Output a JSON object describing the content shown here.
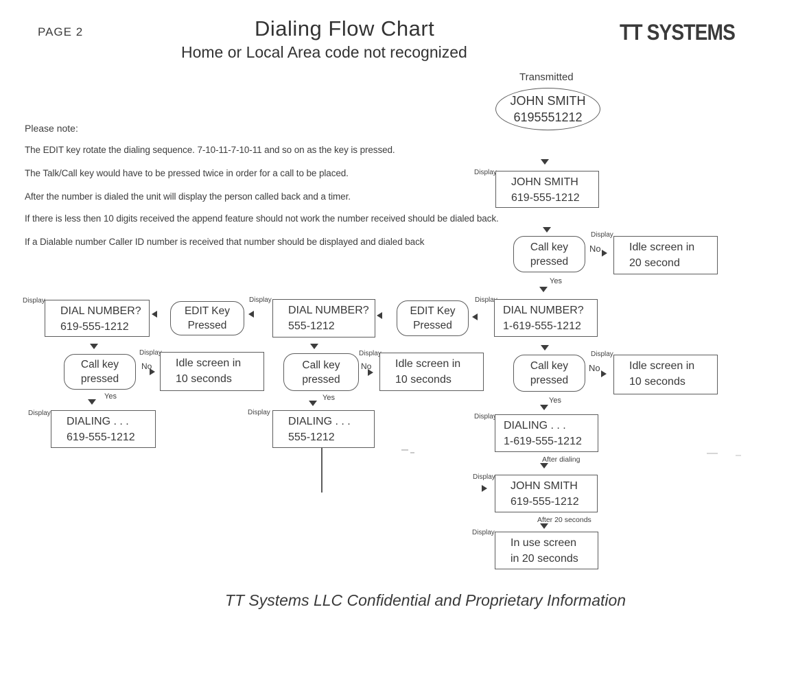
{
  "header": {
    "page_label": "PAGE 2",
    "title": "Dialing Flow Chart",
    "subtitle": "Home or Local Area code not recognized",
    "brand": "TT SYSTEMS"
  },
  "notes": {
    "heading": "Please note:",
    "lines": [
      "The EDIT key rotate the dialing sequence.  7-10-11-7-10-11 and so on as the key is pressed.",
      "The Talk/Call key would have to be pressed twice in order for a call to be placed.",
      "After the number is dialed the unit will display the person called back and a timer.",
      "If there is less then 10 digits received the append feature should not work the number received should be dialed back.",
      "If a Dialable number Caller ID number is received that number should be displayed and dialed back"
    ]
  },
  "labels": {
    "transmitted": "Transmitted",
    "display": "Display",
    "yes": "Yes",
    "no": "No",
    "after_dialing": "After dialing",
    "after_20_seconds": "After 20 seconds"
  },
  "nodes": {
    "caller_id_transmitted": {
      "line1": "JOHN SMITH",
      "line2": "6195551212"
    },
    "display_caller": {
      "line1": "JOHN SMITH",
      "line2": "619-555-1212"
    },
    "call_key_pressed": {
      "line1": "Call key",
      "line2": "pressed"
    },
    "edit_key_pressed": {
      "line1": "EDIT Key",
      "line2": "Pressed"
    },
    "idle_screen_20": {
      "line1": "Idle screen in",
      "line2": "20 second"
    },
    "idle_screen_10": {
      "line1": "Idle screen in",
      "line2": "10 seconds"
    },
    "dial_number_10": {
      "line1": "DIAL NUMBER?",
      "line2": "619-555-1212"
    },
    "dial_number_7": {
      "line1": "DIAL NUMBER?",
      "line2": "555-1212"
    },
    "dial_number_11": {
      "line1": "DIAL NUMBER?",
      "line2": "1-619-555-1212"
    },
    "dialing_10": {
      "line1": "DIALING . . .",
      "line2": "619-555-1212"
    },
    "dialing_7": {
      "line1": "DIALING . . .",
      "line2": "555-1212"
    },
    "dialing_11": {
      "line1": "DIALING . . .",
      "line2": "1-619-555-1212"
    },
    "call_back_display": {
      "line1": "JOHN SMITH",
      "line2": "619-555-1212"
    },
    "in_use_screen": {
      "line1": "In use screen",
      "line2": "in 20 seconds"
    }
  },
  "footer": {
    "text": "TT Systems LLC Confidential and Proprietary Information"
  },
  "colors": {
    "ink": "#3a3a3a",
    "line": "#5c5c5c",
    "background": "#ffffff"
  }
}
